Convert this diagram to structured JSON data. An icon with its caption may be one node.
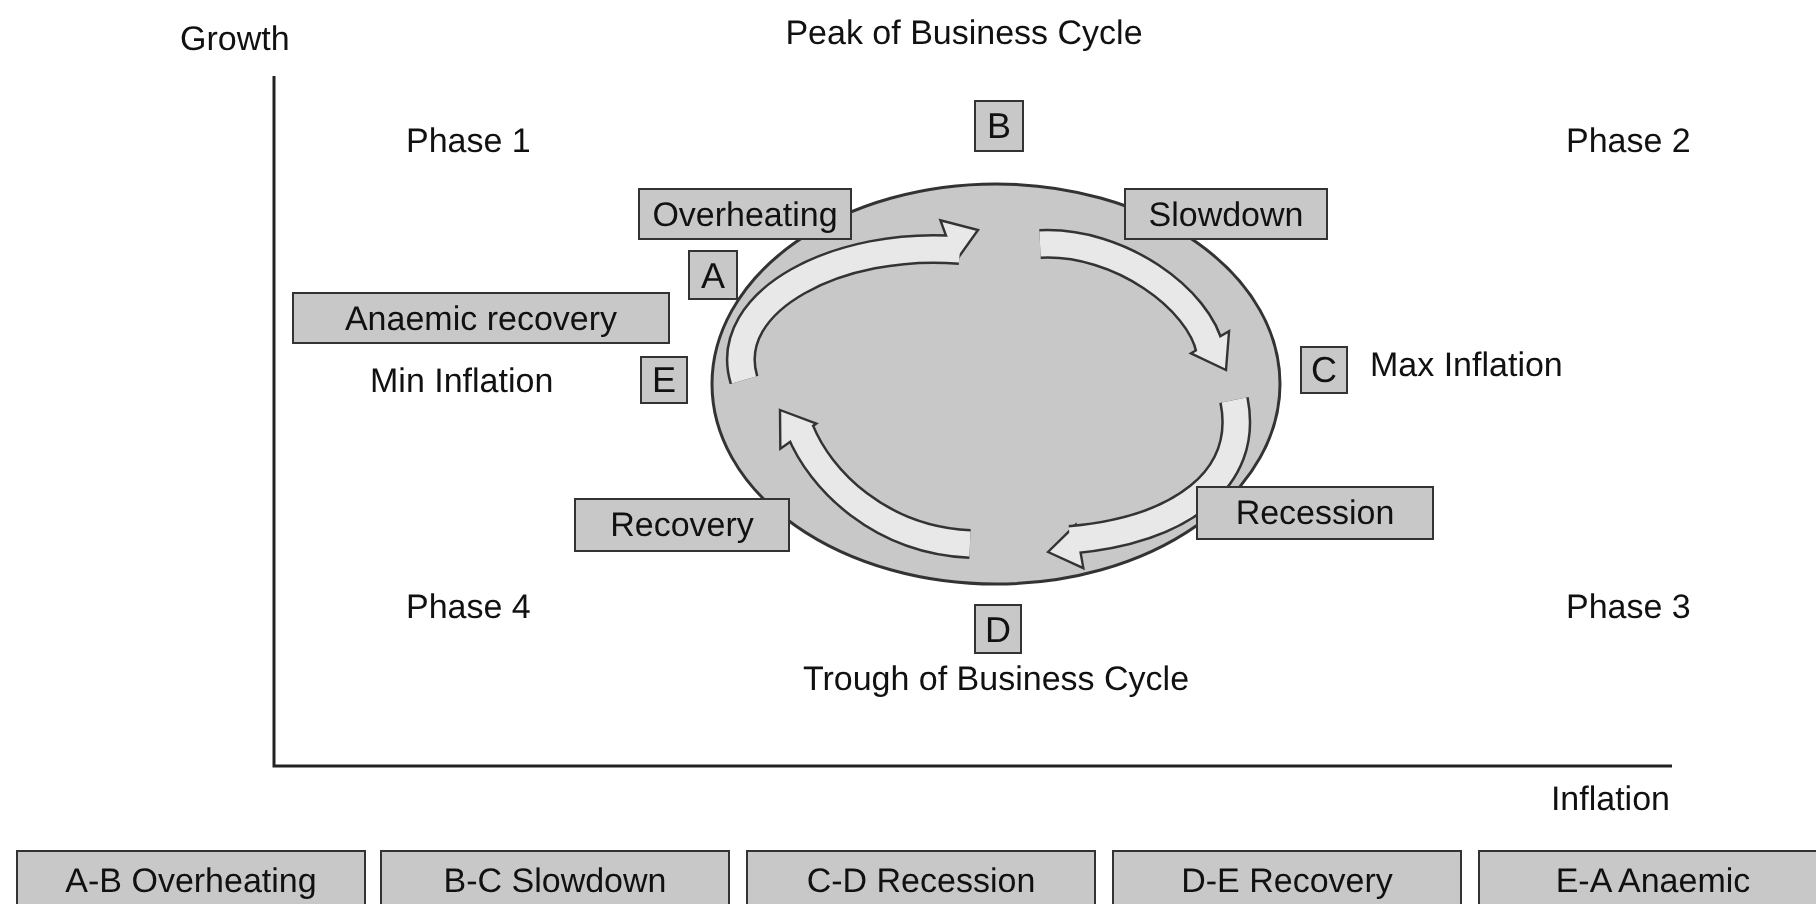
{
  "diagram": {
    "nodes": [
      {
        "text": [
          "B"
        ]
      },
      {
        "text": [
          "Overheating"
        ]
      },
      {
        "text": [
          "Slowdown"
        ]
      },
      {
        "text": [
          "A"
        ]
      },
      {
        "text": [
          "Anaemic recovery"
        ]
      },
      {
        "text": [
          "E"
        ]
      },
      {
        "text": [
          "C"
        ]
      },
      {
        "text": [
          "Recovery"
        ]
      },
      {
        "text": [
          "Recession"
        ]
      },
      {
        "text": [
          "D"
        ]
      },
      {
        "text": [
          "A-B Overheating"
        ]
      },
      {
        "text": [
          "B-C Slowdown"
        ]
      },
      {
        "text": [
          "C-D Recession"
        ]
      },
      {
        "text": [
          "D-E Recovery"
        ]
      },
      {
        "text": [
          "E-A Anaemic"
        ]
      }
    ],
    "labels": [
      "Growth",
      "Peak of Business Cycle",
      "Phase 1",
      "Phase 2",
      "Min Inflation",
      "Max Inflation",
      "Phase 4",
      "Phase 3",
      "Trough of Business Cycle",
      "Inflation"
    ]
  }
}
